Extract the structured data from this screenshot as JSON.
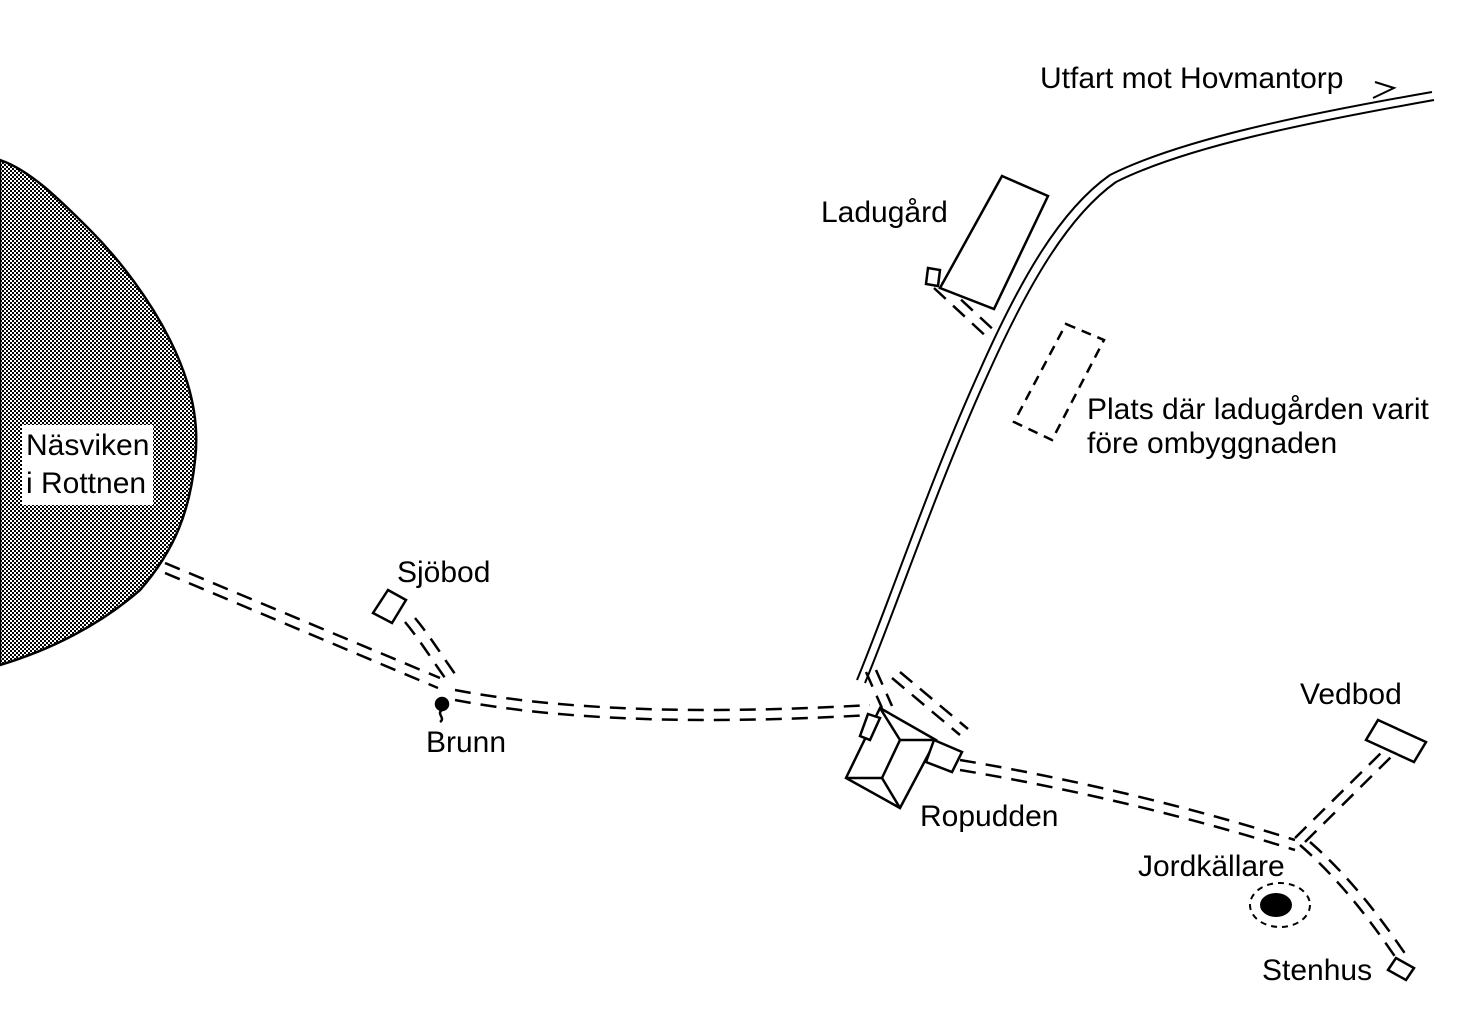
{
  "labels": {
    "lake_line1": "Näsviken",
    "lake_line2": "i Rottnen",
    "exit": "Utfart mot Hovmantorp",
    "barn": "Ladugård",
    "former_barn_line1": "Plats där ladugården varit",
    "former_barn_line2": "före ombyggnaden",
    "boathouse": "Sjöbod",
    "well": "Brunn",
    "main_house": "Ropudden",
    "woodshed": "Vedbod",
    "root_cellar": "Jordkällare",
    "stone_house": "Stenhus"
  },
  "colors": {
    "ink": "#000000",
    "paper": "#ffffff"
  }
}
